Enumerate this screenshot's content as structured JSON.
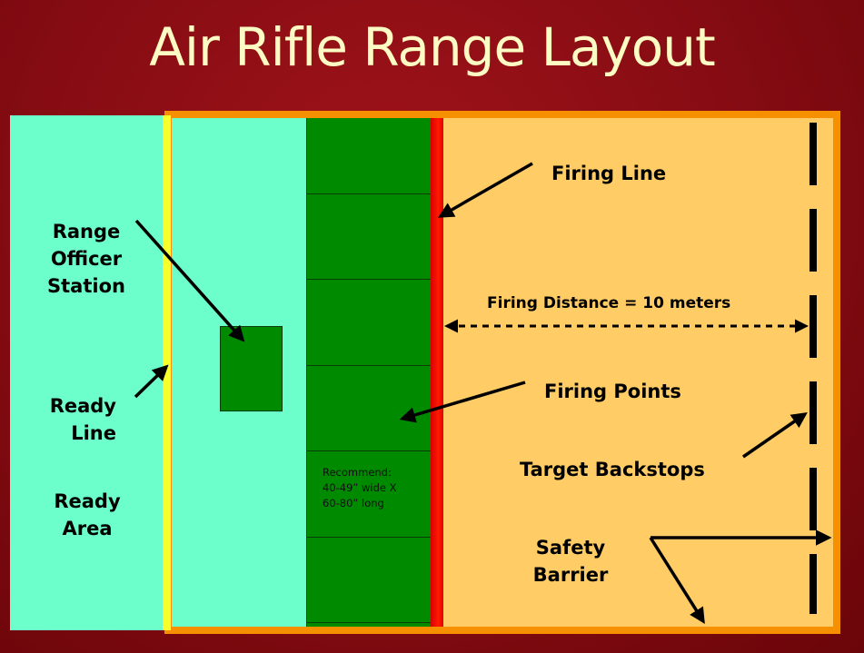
{
  "title": "Air Rifle Range Layout",
  "labels": {
    "range_officer_station": "Range\nOfficer\nStation",
    "ready_line": "Ready\nLine",
    "ready_area": "Ready\nArea",
    "firing_line": "Firing Line",
    "firing_distance": "Firing Distance = 10 meters",
    "firing_points": "Firing Points",
    "target_backstops": "Target Backstops",
    "safety_barrier": "Safety\nBarrier"
  },
  "firing_point_note": "Recommend:\n40-49” wide X\n60-80” long",
  "colors": {
    "background": "#8a0d14",
    "title": "#fdfbc4",
    "ready_area": "#6dffcb",
    "ready_line": "#f7ff2c",
    "firing_points": "#008a00",
    "firing_line": "#ff1a00",
    "range_floor": "#ffcc66",
    "safety_barrier": "#f79000",
    "backstops": "#000000"
  }
}
